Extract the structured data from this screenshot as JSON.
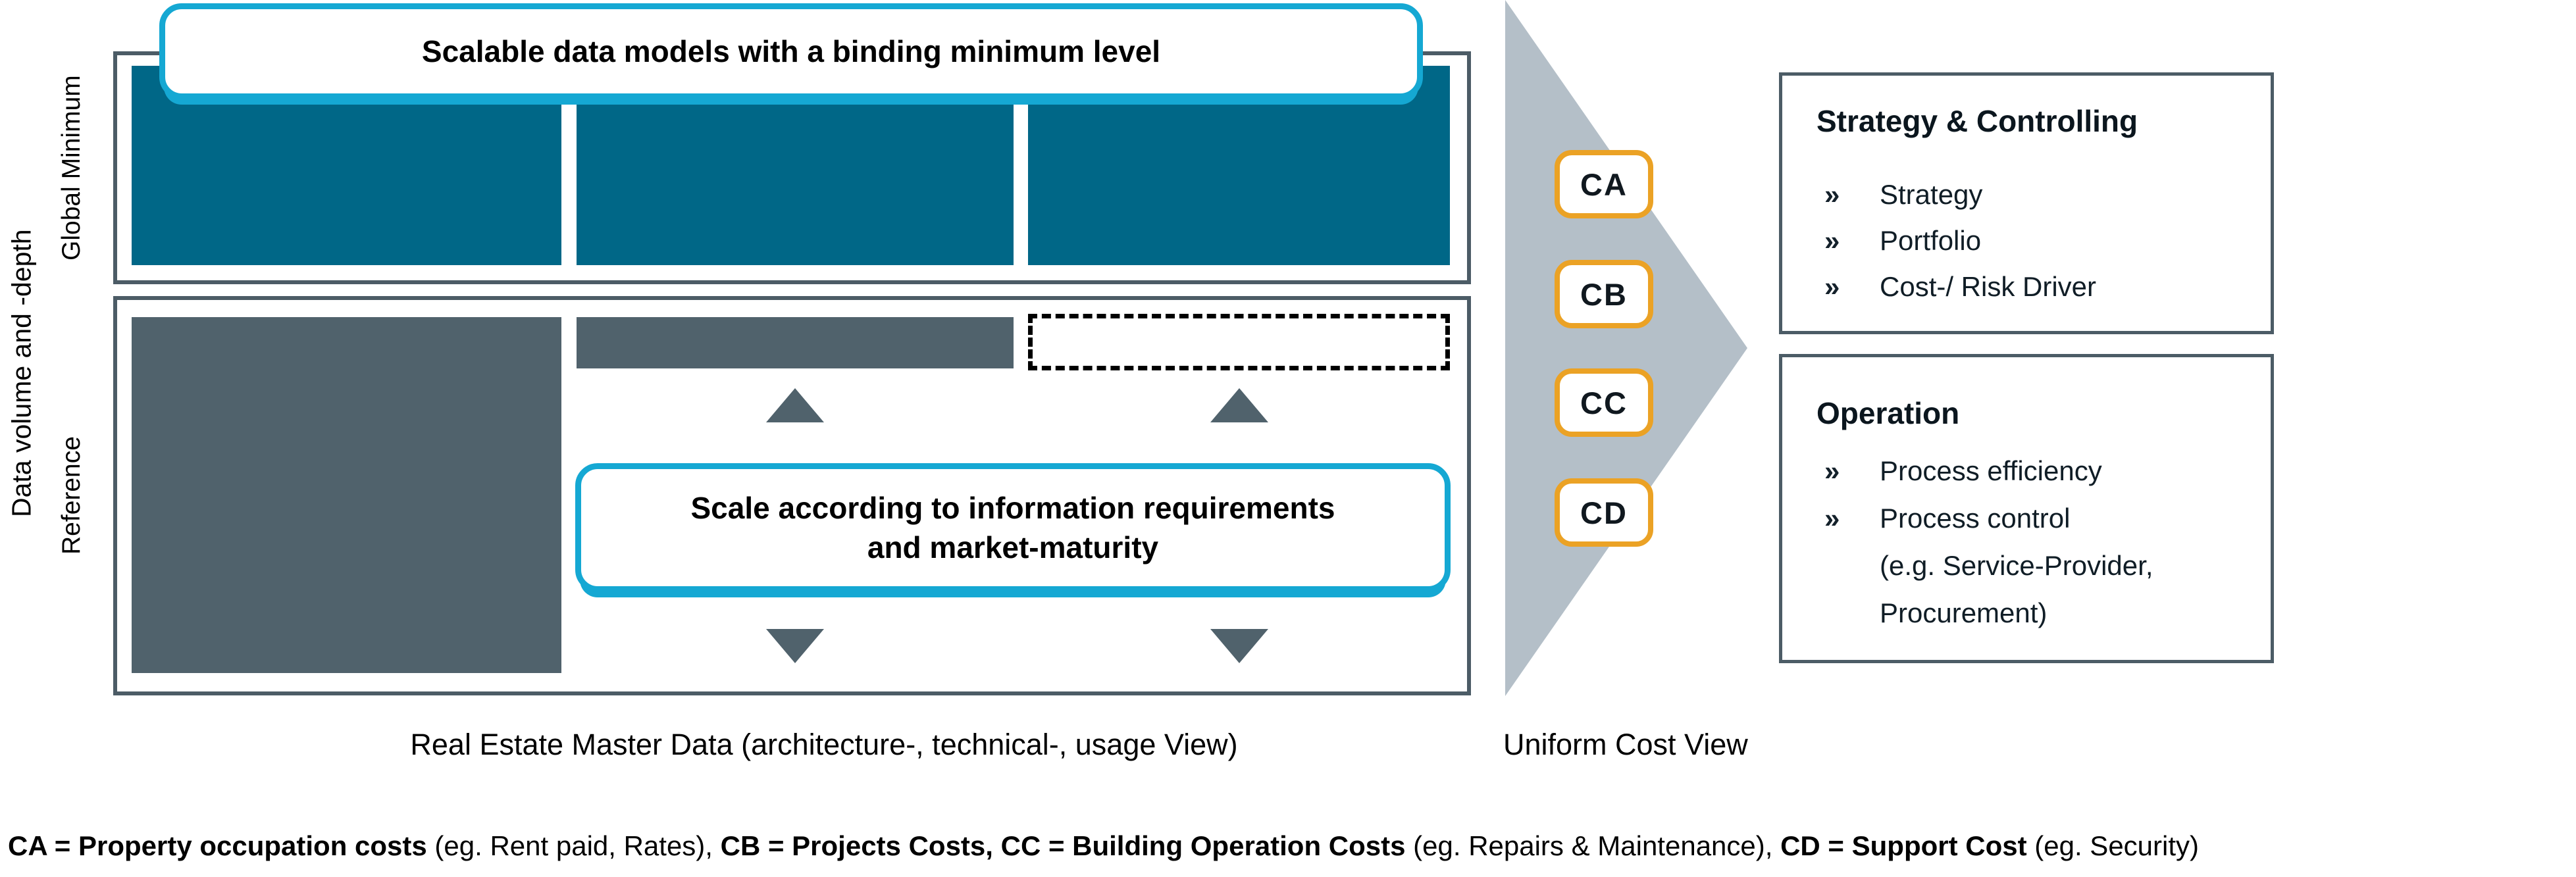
{
  "colors": {
    "teal": "#006787",
    "slate": "#50626C",
    "cyan": "#15A8D3",
    "orange": "#EBA225",
    "arrow_gray": "#B4BFC8",
    "box_border": "#4C5C66"
  },
  "y_axis": {
    "label": "Data volume and -depth",
    "row_labels": [
      "Global Minimum",
      "Reference"
    ]
  },
  "top_callout": "Scalable data models with a binding minimum level",
  "scale_callout": {
    "line1": "Scale according to information requirements",
    "line2": "and market-maturity"
  },
  "bullet_glyph": "»",
  "badges": [
    "CA",
    "CB",
    "CC",
    "CD"
  ],
  "right_boxes": [
    {
      "title": "Strategy & Controlling",
      "bullets": [
        "Strategy",
        "Portfolio",
        "Cost-/ Risk Driver"
      ]
    },
    {
      "title": "Operation",
      "bullets": [
        "Process efficiency",
        "Process control"
      ],
      "continuations": [
        "(e.g. Service-Provider,",
        "Procurement)"
      ]
    }
  ],
  "captions": {
    "master_data": "Real Estate Master Data (architecture-, technical-, usage View)",
    "cost_view": "Uniform Cost View"
  },
  "legend": {
    "segments": [
      {
        "text": "CA = Property occupation costs",
        "bold": true
      },
      {
        "text": " (eg. Rent paid, Rates), ",
        "bold": false
      },
      {
        "text": "CB = Projects Costs, CC = Building Operation Costs",
        "bold": true
      },
      {
        "text": " (eg. Repairs & Maintenance), ",
        "bold": false
      },
      {
        "text": "CD = Support Cost",
        "bold": true
      },
      {
        "text": " (eg. Security)",
        "bold": false
      }
    ]
  }
}
